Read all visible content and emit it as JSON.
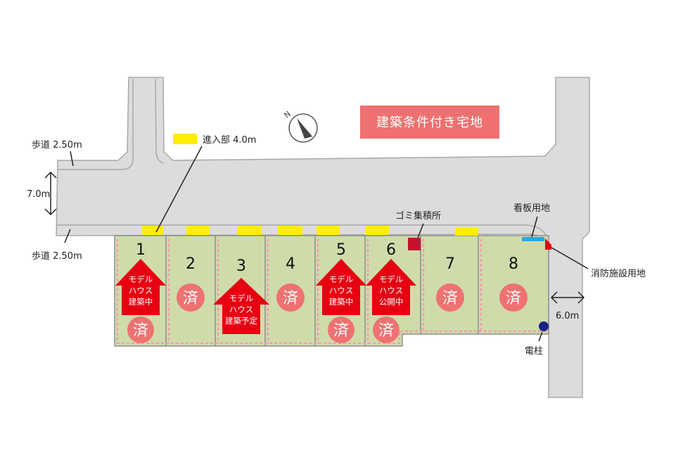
{
  "banner": {
    "text": "建築条件付き宅地",
    "color": "#ef7070"
  },
  "compass": {
    "label": "N",
    "icon": "compass-north-icon"
  },
  "legend": {
    "entrance_label": "進入部 4.0m",
    "entrance_color": "#ffee00"
  },
  "road_labels": {
    "sidewalk_top": "歩道 2.50m",
    "sidewalk_bottom": "歩道 2.50m",
    "road_width": "7.0m",
    "side_road_width": "6.0m"
  },
  "facilities": {
    "garbage": "ゴミ集積所",
    "signboard": "看板用地",
    "fire": "消防施設用地",
    "pole": "電柱"
  },
  "colors": {
    "lot": "#cfdcaa",
    "road": "#dcdcdc",
    "sold": "#ee7272",
    "model_house": "#e60012",
    "setback": "#f29bb0",
    "signboard": "#29a9e0",
    "garbage": "#c8102e",
    "pole": "#1d2088"
  },
  "lots": [
    {
      "number": "1",
      "sold": true,
      "sold_label": "済",
      "model_house": [
        "モデル",
        "ハウス",
        "建築中"
      ]
    },
    {
      "number": "2",
      "sold": true,
      "sold_label": "済"
    },
    {
      "number": "3",
      "sold": false,
      "model_house": [
        "モデル",
        "ハウス",
        "建築予定"
      ]
    },
    {
      "number": "4",
      "sold": true,
      "sold_label": "済"
    },
    {
      "number": "5",
      "sold": true,
      "sold_label": "済",
      "model_house": [
        "モデル",
        "ハウス",
        "建築中"
      ]
    },
    {
      "number": "6",
      "sold": true,
      "sold_label": "済",
      "model_house": [
        "モデル",
        "ハウス",
        "公開中"
      ]
    },
    {
      "number": "7",
      "sold": true,
      "sold_label": "済"
    },
    {
      "number": "8",
      "sold": true,
      "sold_label": "済"
    }
  ]
}
